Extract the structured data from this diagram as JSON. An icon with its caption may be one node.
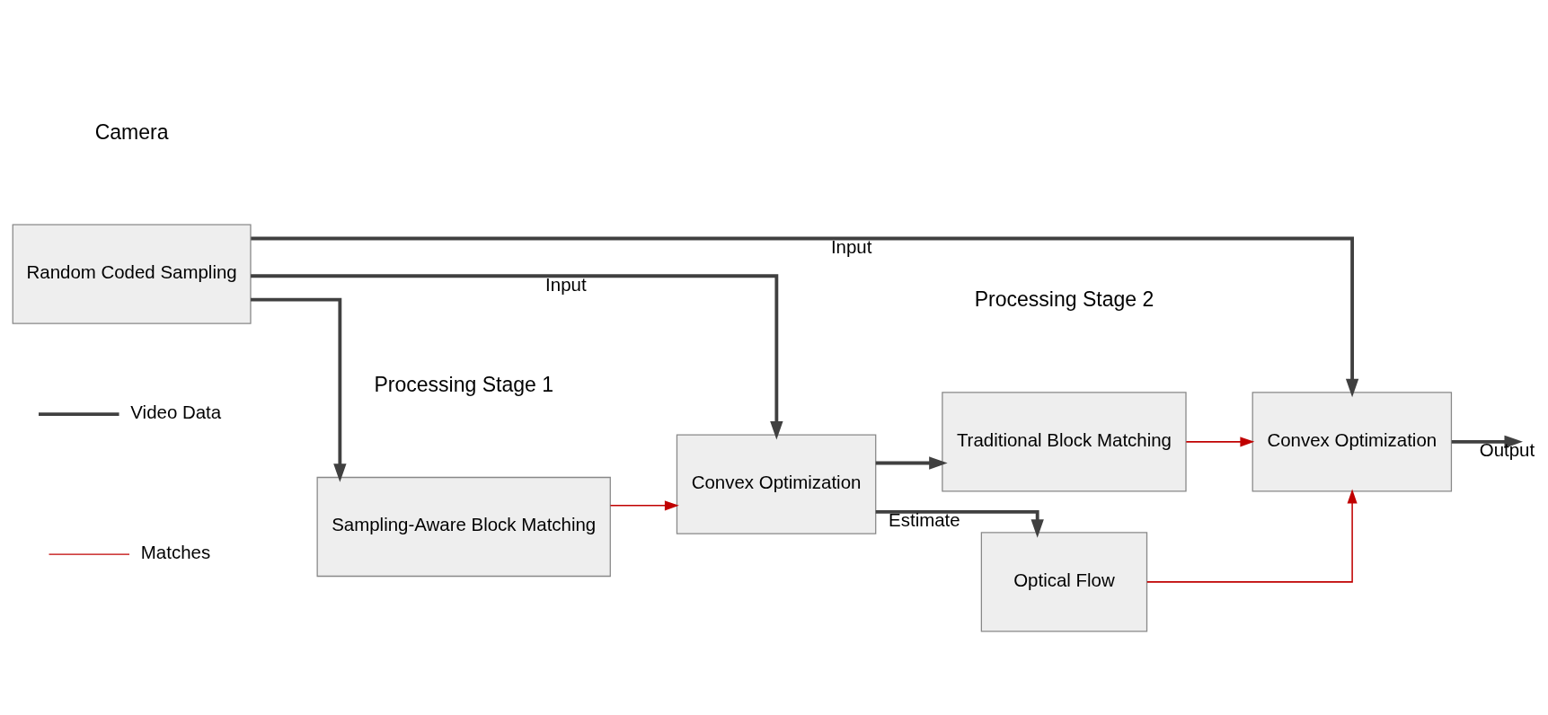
{
  "diagram": {
    "nodes": [
      {
        "text": [
          "Random Coded Sampling"
        ]
      },
      {
        "text": [
          "Sampling-Aware Block Matching"
        ]
      },
      {
        "text": [
          "Convex Optimization"
        ]
      },
      {
        "text": [
          "Traditional Block Matching"
        ]
      },
      {
        "text": [
          "Convex Optimization"
        ]
      },
      {
        "text": [
          "Optical Flow"
        ]
      }
    ],
    "edges": [
      {
        "from": 0,
        "to": 1,
        "arrow": "to"
      },
      {
        "from": 0,
        "to": 2,
        "arrow": "to",
        "label": "Input"
      },
      {
        "from": 0,
        "to": 4,
        "arrow": "to",
        "label": "Input"
      },
      {
        "from": 1,
        "to": 2,
        "arrow": "to",
        "color": "#c00000"
      },
      {
        "from": 2,
        "to": 3,
        "arrow": "to"
      },
      {
        "from": 2,
        "to": 5,
        "arrow": "to",
        "label": "Estimate"
      },
      {
        "from": 3,
        "to": 4,
        "arrow": "to",
        "color": "#c00000"
      },
      {
        "from": 5,
        "to": 4,
        "arrow": "to",
        "color": "#c00000"
      },
      {
        "from": 4,
        "to": null,
        "arrow": "to",
        "label": "Output"
      }
    ],
    "labels": [
      "Camera",
      "Processing Stage 1",
      "Processing Stage 2"
    ],
    "legend": [
      {
        "text": "Video Data"
      },
      {
        "text": "Matches"
      }
    ]
  }
}
